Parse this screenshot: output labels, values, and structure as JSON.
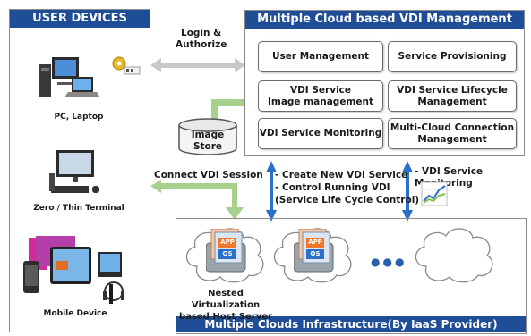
{
  "user_devices": {
    "title": "USER DEVICES",
    "pc_label": "PC, Laptop",
    "terminal_label": "Zero / Thin Terminal",
    "mobile_label": "Mobile Device"
  },
  "login_label": "Login &\nAuthorize",
  "connect_label": "Connect VDI Session",
  "image_store_label": "Image\nStore",
  "management": {
    "title": "Multiple Cloud  based VDI Management",
    "boxes": [
      "User Management",
      "Service Provisioning",
      "VDI Service\nImage management",
      "VDI Service Lifecycle\nManagement",
      "VDI Service Monitoring",
      "Multi-Cloud Connection\nManagement"
    ]
  },
  "control_text": {
    "line1": "- Create New VDI Service",
    "line2": "- Control Running VDI",
    "line3": "(Service Life Cycle Control)"
  },
  "monitoring_text": "- VDI Service Monitoring",
  "infrastructure": {
    "title": "Multiple Clouds Infrastructure(By IaaS Provider)",
    "host_label": "Nested Virtualization\nbased Host Server",
    "app_label": "APP",
    "os_label": "OS",
    "ellipsis": "●●●"
  },
  "colors": {
    "header_blue": "#1f4e96",
    "arrow_blue": "#2a6fc9",
    "arrow_green": "#a8d08d",
    "arrow_gray": "#c8c8c8",
    "app_orange": "#f0782a"
  }
}
